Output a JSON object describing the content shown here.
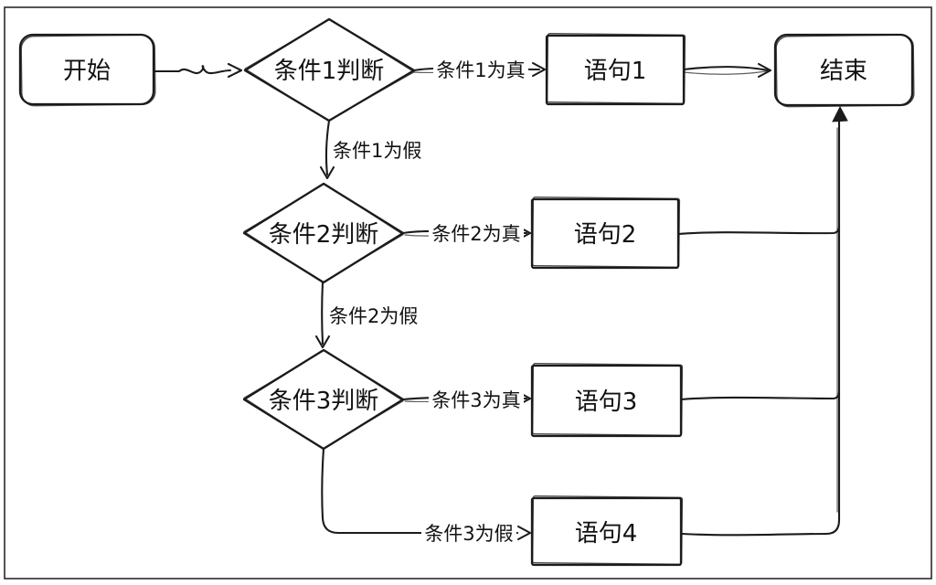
{
  "diagram": {
    "type": "flowchart",
    "style": "hand-drawn-sketch",
    "colors": {
      "stroke": "#1b1b1b",
      "text": "#111111",
      "background": "#ffffff",
      "frame_border": "#2b2b2b"
    },
    "nodes": {
      "start": {
        "label": "开始",
        "shape": "rounded-rectangle"
      },
      "cond1": {
        "label": "条件1判断",
        "shape": "diamond"
      },
      "stmt1": {
        "label": "语句1",
        "shape": "rectangle"
      },
      "end": {
        "label": "结束",
        "shape": "rounded-rectangle"
      },
      "cond2": {
        "label": "条件2判断",
        "shape": "diamond"
      },
      "stmt2": {
        "label": "语句2",
        "shape": "rectangle"
      },
      "cond3": {
        "label": "条件3判断",
        "shape": "diamond"
      },
      "stmt3": {
        "label": "语句3",
        "shape": "rectangle"
      },
      "stmt4": {
        "label": "语句4",
        "shape": "rectangle"
      }
    },
    "edges": [
      {
        "from": "start",
        "to": "cond1",
        "label": ""
      },
      {
        "from": "cond1",
        "to": "stmt1",
        "label": "条件1为真"
      },
      {
        "from": "cond1",
        "to": "cond2",
        "label": "条件1为假"
      },
      {
        "from": "stmt1",
        "to": "end",
        "label": ""
      },
      {
        "from": "cond2",
        "to": "stmt2",
        "label": "条件2为真"
      },
      {
        "from": "cond2",
        "to": "cond3",
        "label": "条件2为假"
      },
      {
        "from": "cond3",
        "to": "stmt3",
        "label": "条件3为真"
      },
      {
        "from": "cond3",
        "to": "stmt4",
        "label": "条件3为假"
      },
      {
        "from": "stmt2",
        "to": "end",
        "label": ""
      },
      {
        "from": "stmt3",
        "to": "end",
        "label": ""
      },
      {
        "from": "stmt4",
        "to": "end",
        "label": ""
      }
    ]
  }
}
